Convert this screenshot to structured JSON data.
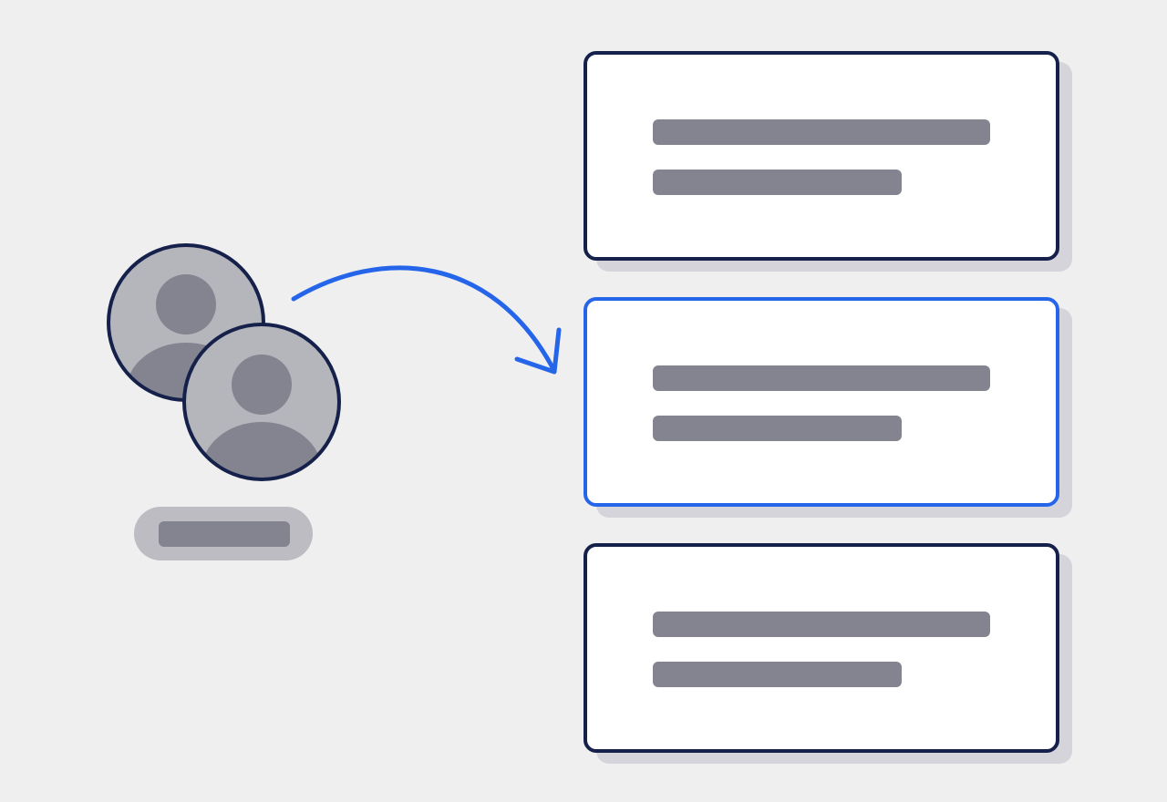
{
  "colors": {
    "background": "#efefef",
    "card_fill": "#ffffff",
    "card_border": "#15214a",
    "card_shadow": "#d4d4da",
    "highlight": "#2565ea",
    "text_placeholder": "#83848f",
    "avatar_fill": "#b5b5bc",
    "avatar_figure": "#83848f",
    "pill_fill": "#bcbcc2"
  },
  "icons": {
    "avatar_back": "user-avatar-icon",
    "avatar_front": "user-avatar-icon",
    "arrow": "curved-arrow-icon"
  },
  "cards": [
    {
      "name": "card-1",
      "highlighted": false
    },
    {
      "name": "card-2",
      "highlighted": true
    },
    {
      "name": "card-3",
      "highlighted": false
    }
  ]
}
